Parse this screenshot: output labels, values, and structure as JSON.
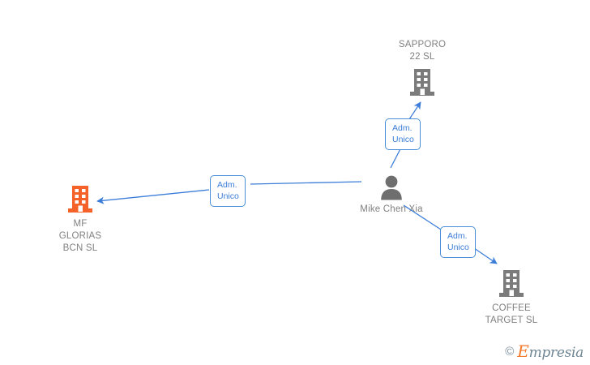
{
  "diagram": {
    "type": "corporate-relationship-graph",
    "background_color": "#ffffff",
    "center_person": {
      "name": "Mike Chen Xia",
      "icon": "person-icon",
      "color": "#6e6e6e"
    },
    "companies": [
      {
        "id": "sapporo-22-sl",
        "name": "SAPPORO\n22  SL",
        "icon": "building-icon",
        "color": "#7b7b7b",
        "label_position": "above",
        "relation": "Adm.\nUnico"
      },
      {
        "id": "mf-glorias-bcn-sl",
        "name": "MF\nGLORIAS\nBCN  SL",
        "icon": "building-icon",
        "color": "#f4622a",
        "label_position": "below",
        "relation": "Adm.\nUnico"
      },
      {
        "id": "coffee-target-sl",
        "name": "COFFEE\nTARGET  SL",
        "icon": "building-icon",
        "color": "#7b7b7b",
        "label_position": "below",
        "relation": "Adm.\nUnico"
      }
    ],
    "edges": [
      {
        "from": "mike-chen-xia",
        "to": "sapporo-22-sl",
        "label": "Adm.\nUnico",
        "color": "#3b7dd8",
        "arrow": "to-company"
      },
      {
        "from": "mike-chen-xia",
        "to": "mf-glorias-bcn-sl",
        "label": "Adm.\nUnico",
        "color": "#3b7dd8",
        "arrow": "to-company"
      },
      {
        "from": "mike-chen-xia",
        "to": "coffee-target-sl",
        "label": "Adm.\nUnico",
        "color": "#3b7dd8",
        "arrow": "to-company"
      }
    ],
    "relation_labels": {
      "sapporo": "Adm.\nUnico",
      "glorias": "Adm.\nUnico",
      "coffee": "Adm.\nUnico"
    },
    "colors": {
      "edge": "#3b7dd8",
      "label_border": "#4a90d9",
      "label_text": "#3b7dd8",
      "node_text": "#808080",
      "highlight_company": "#f4622a",
      "company": "#7b7b7b",
      "person": "#6e6e6e"
    }
  },
  "watermark": {
    "copyright": "©",
    "brand_first": "E",
    "brand_rest": "mpresia"
  }
}
